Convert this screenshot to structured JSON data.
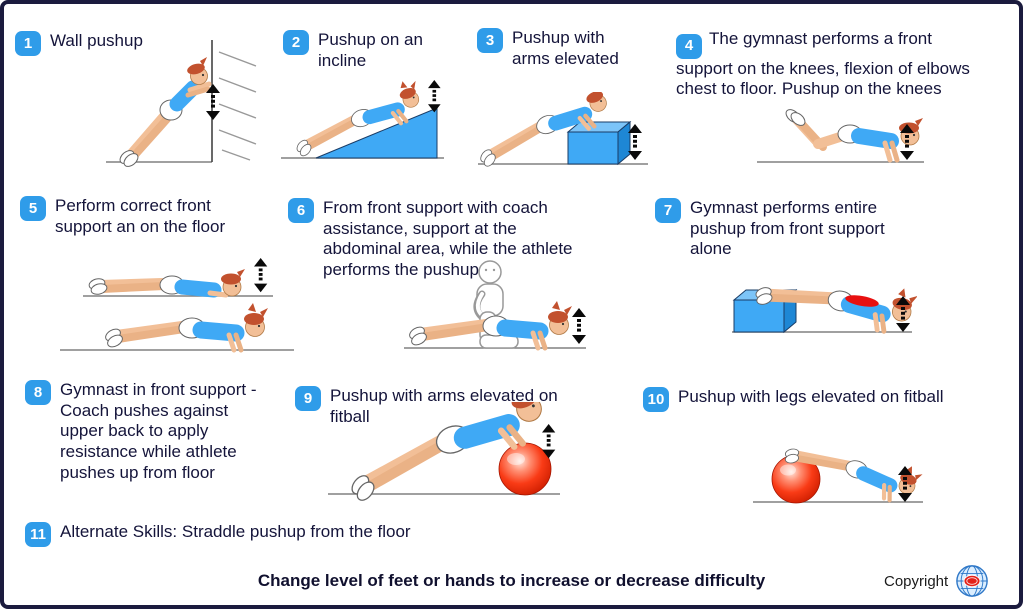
{
  "steps": [
    {
      "number": "1",
      "label": "Wall pushup"
    },
    {
      "number": "2",
      "label": "Pushup on an incline"
    },
    {
      "number": "3",
      "label": "Pushup with arms elevated"
    },
    {
      "number": "4",
      "label": "The gymnast performs a front support on the knees, flexion of elbows chest to floor. Pushup on the knees"
    },
    {
      "number": "5",
      "label": "Perform correct front support an on the floor"
    },
    {
      "number": "6",
      "label": "From front support with coach assistance, support at the abdominal area, while the athlete performs the pushup"
    },
    {
      "number": "7",
      "label": "Gymnast performs entire pushup from front support alone"
    },
    {
      "number": "8",
      "label": "Gymnast in front support - Coach pushes against upper back to apply resistance while athlete pushes up from floor"
    },
    {
      "number": "9",
      "label": "Pushup with arms elevated on fitball"
    },
    {
      "number": "10",
      "label": "Pushup with legs elevated on fitball"
    },
    {
      "number": "11",
      "label": "Alternate Skills: Straddle pushup from the floor"
    }
  ],
  "footer": {
    "note": "Change level of feet or hands to increase or decrease difficulty"
  },
  "copyright": {
    "label": "Copyright"
  },
  "icons": {
    "updown_arrow": "↕",
    "globe_logo": "globe with red oval emblem"
  },
  "colors": {
    "badge_blue": "#2f9ce9",
    "text_navy": "#14143a",
    "equipment_blue": "#3fa9f5",
    "ball_red": "#f93b16",
    "back_pad_red": "#e81010",
    "border_navy": "#1b1b3e",
    "shirt_blue": "#3fa9f5",
    "hair_red": "#c2512e",
    "skin": "#f2bf97"
  }
}
